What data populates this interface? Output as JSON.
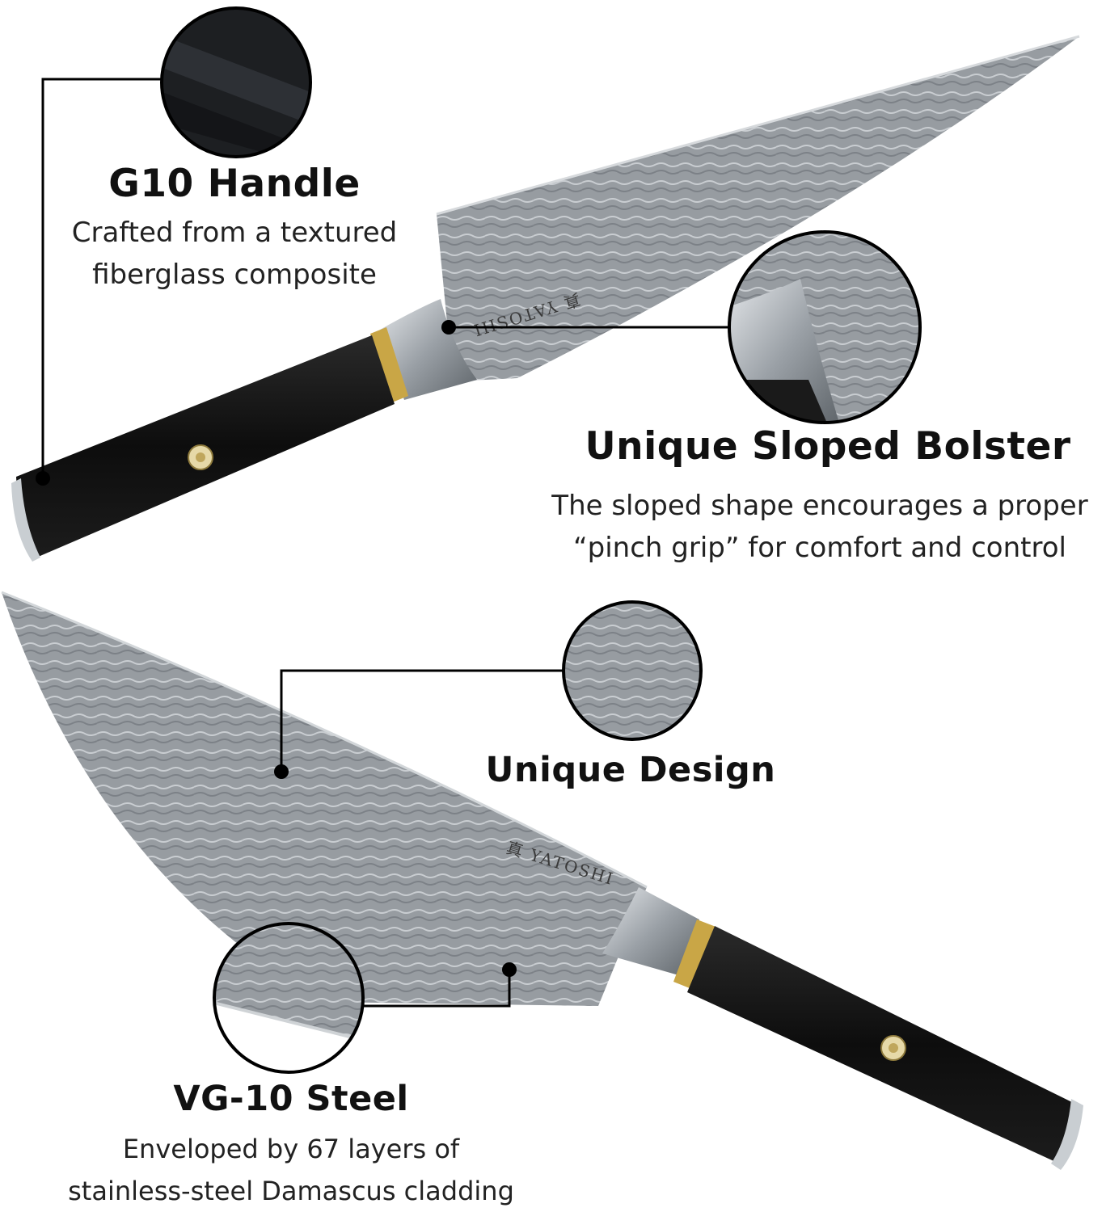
{
  "brand": {
    "name": "YATOSHI",
    "glyph": "真"
  },
  "features": {
    "g10_handle": {
      "title": "G10 Handle",
      "desc_line1": "Crafted from a textured",
      "desc_line2": "fiberglass composite"
    },
    "bolster": {
      "title": "Unique Sloped Bolster",
      "desc_line1": "The sloped shape encourages a proper",
      "desc_line2": "“pinch grip” for comfort and control"
    },
    "design": {
      "title": "Unique Design"
    },
    "steel": {
      "title": "VG-10 Steel",
      "desc_line1": "Enveloped by 67 layers of",
      "desc_line2": "stainless-steel Damascus cladding"
    }
  },
  "colors": {
    "background": "#ffffff",
    "blade": "#9da3a8",
    "handle": "#111111",
    "brass": "#c9a646",
    "steel_bolster": "#b8bec3",
    "callout_line": "#000000"
  },
  "icons": {
    "handle_zoom": "g10-handle-zoom-icon",
    "bolster_zoom": "sloped-bolster-zoom-icon",
    "design_zoom": "damascus-pattern-zoom-icon",
    "steel_zoom": "vg10-steel-zoom-icon"
  }
}
